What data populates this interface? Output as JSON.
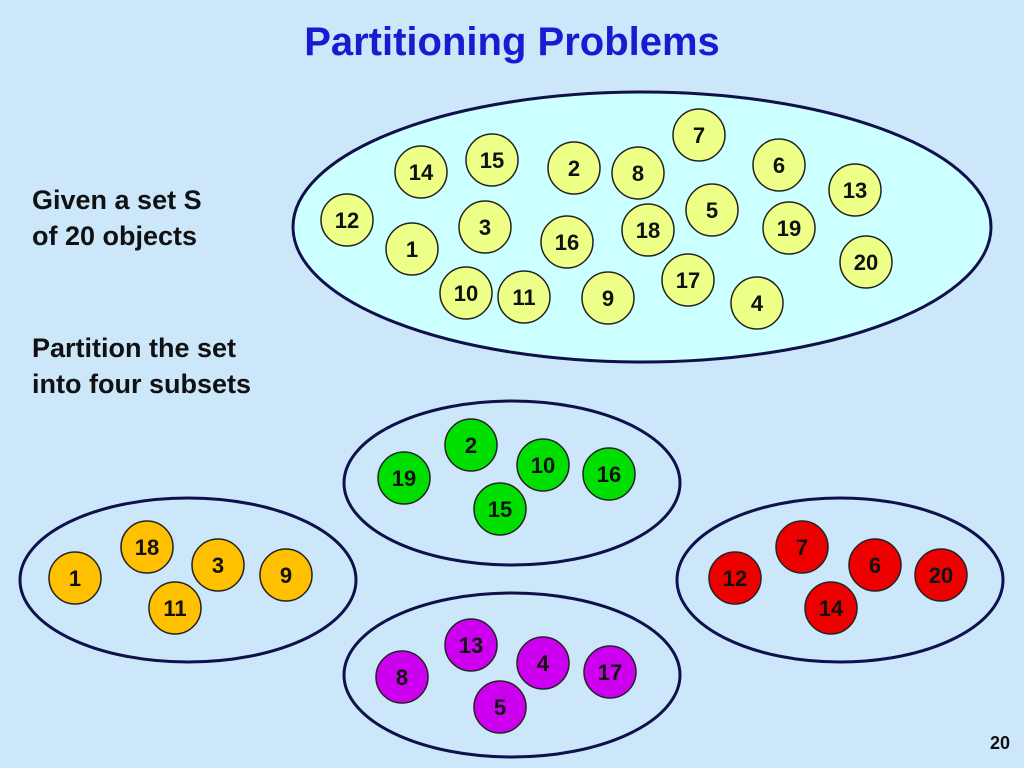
{
  "title": "Partitioning Problems",
  "caption_given_line1": "Given a set S",
  "caption_given_line2": "of 20 objects",
  "caption_partition_line1": "Partition the set",
  "caption_partition_line2": "into four subsets",
  "page_number": "20",
  "colors": {
    "background": "#cce6fa",
    "title": "#1a1ad0",
    "set_fill": "#ccffff",
    "subset_fill": "#cce6fa",
    "outline": "#10104a",
    "full_set_object": "#eeff88",
    "subset_yellow": "#ffc000",
    "subset_green": "#00e000",
    "subset_red": "#ee0000",
    "subset_purple": "#cc00ee"
  },
  "full_set": [
    "1",
    "2",
    "3",
    "4",
    "5",
    "6",
    "7",
    "8",
    "9",
    "10",
    "11",
    "12",
    "13",
    "14",
    "15",
    "16",
    "17",
    "18",
    "19",
    "20"
  ],
  "subsets": [
    {
      "color_key": "subset_green",
      "objects": [
        "2",
        "10",
        "16",
        "19",
        "15"
      ]
    },
    {
      "color_key": "subset_yellow",
      "objects": [
        "18",
        "3",
        "1",
        "9",
        "11"
      ]
    },
    {
      "color_key": "subset_red",
      "objects": [
        "7",
        "6",
        "12",
        "20",
        "14"
      ]
    },
    {
      "color_key": "subset_purple",
      "objects": [
        "13",
        "4",
        "8",
        "17",
        "5"
      ]
    }
  ]
}
